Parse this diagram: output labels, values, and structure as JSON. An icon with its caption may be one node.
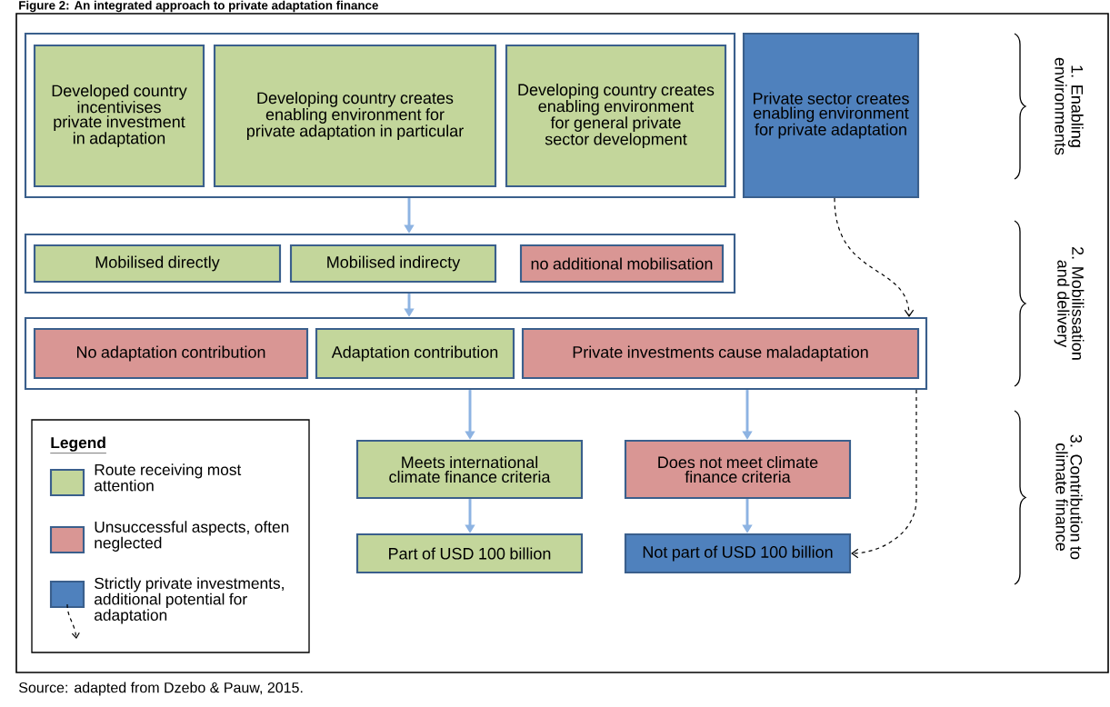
{
  "diagram": {
    "title": "Figure 2: An integrated approach to private adaptation finance",
    "caption": "Source: adapted from Dzebo & Pauw, 2015.",
    "nodes": [
      {
        "text": [],
        "shape": "box"
      },
      {
        "text": [
          "Developed country incentivises private investment in adaptation"
        ],
        "in": 0
      },
      {
        "text": [
          "Developing country creates enabling environment for private adaptation in particular"
        ],
        "in": 0
      },
      {
        "text": [
          "Developing country creates enabling environment for general private sector development"
        ],
        "in": 0
      },
      {
        "text": [
          "Private sector creates enabling environment for private adaptation"
        ]
      },
      {
        "text": [],
        "shape": "box"
      },
      {
        "text": [
          "Mobilised directly"
        ],
        "in": 5
      },
      {
        "text": [
          "Mobilised indirecty"
        ],
        "in": 5
      },
      {
        "text": [
          "no additional mobilisation"
        ],
        "in": 5
      },
      {
        "text": [],
        "shape": "box"
      },
      {
        "text": [
          "No adaptation contribution"
        ],
        "in": 9
      },
      {
        "text": [
          "Adaptation contribution"
        ],
        "in": 9
      },
      {
        "text": [
          "Private investments cause maladaptation"
        ],
        "in": 9
      },
      {
        "text": [
          "Meets international climate finance criteria"
        ]
      },
      {
        "text": [
          "Does not meet climate finance criteria"
        ]
      },
      {
        "text": [
          "Part of USD 100 billion"
        ]
      },
      {
        "text": [
          "Not part of USD 100 billion"
        ]
      }
    ],
    "edges": [
      {
        "from": 0,
        "to": 5,
        "arrow": "to"
      },
      {
        "from": 5,
        "to": 9,
        "arrow": "to"
      },
      {
        "from": 9,
        "to": 13,
        "arrow": "to"
      },
      {
        "from": 9,
        "to": 14,
        "arrow": "to"
      },
      {
        "from": 13,
        "to": 15,
        "arrow": "to"
      },
      {
        "from": 14,
        "to": 16,
        "arrow": "to"
      },
      {
        "from": 4,
        "to": 9,
        "arrow": "to",
        "style": "dashed",
        "color": "#000000"
      },
      {
        "from": 9,
        "to": 16,
        "arrow": "to",
        "style": "dashed",
        "color": "#000000"
      }
    ],
    "labels": [
      "1. Enabling environments",
      "2. Mobilissation and delivery",
      "3. Contribution to climate finance",
      "Legend"
    ],
    "legend": [
      {
        "text": "Route receiving most attention",
        "color": "#c3d69b"
      },
      {
        "text": "Unsuccessful aspects, often neglected",
        "color": "#d99694"
      },
      {
        "text": "Strictly private investments, additional potential for adaptation",
        "color": "#4f81bd"
      }
    ]
  }
}
